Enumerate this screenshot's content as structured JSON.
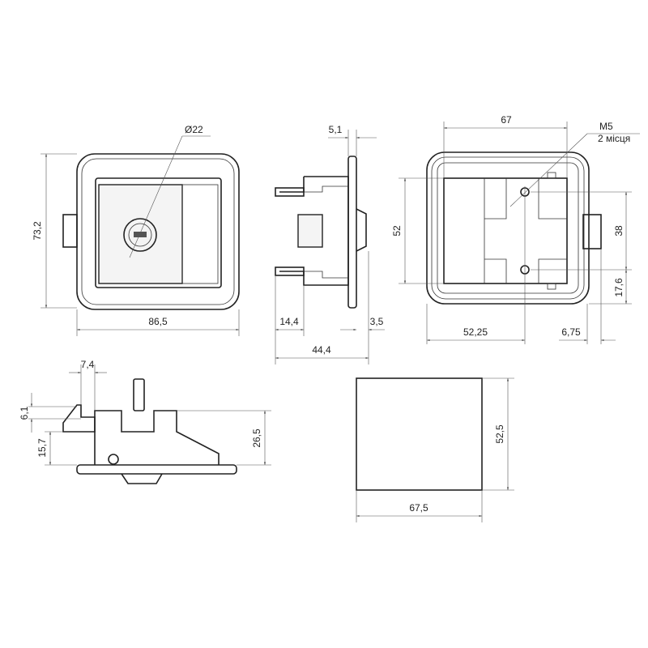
{
  "front_view": {
    "diameter": "Ø22",
    "height": "73,2",
    "width": "86,5"
  },
  "side_view": {
    "plate": "5,1",
    "pin": "14,4",
    "knob": "3,5",
    "depth": "44,4"
  },
  "rear_view": {
    "width": "67",
    "thread": "M5",
    "thread_count": "2 місця",
    "height": "52",
    "hole_spacing": "38",
    "hole_offset_bottom": "17,6",
    "hole_offset_left": "52,25",
    "right_offset": "6,75"
  },
  "bottom_view": {
    "latch_width": "7,4",
    "latch_height": "6,1",
    "latch_offset": "15,7",
    "body_height": "26,5"
  },
  "cutout": {
    "height": "52,5",
    "width": "67,5"
  }
}
